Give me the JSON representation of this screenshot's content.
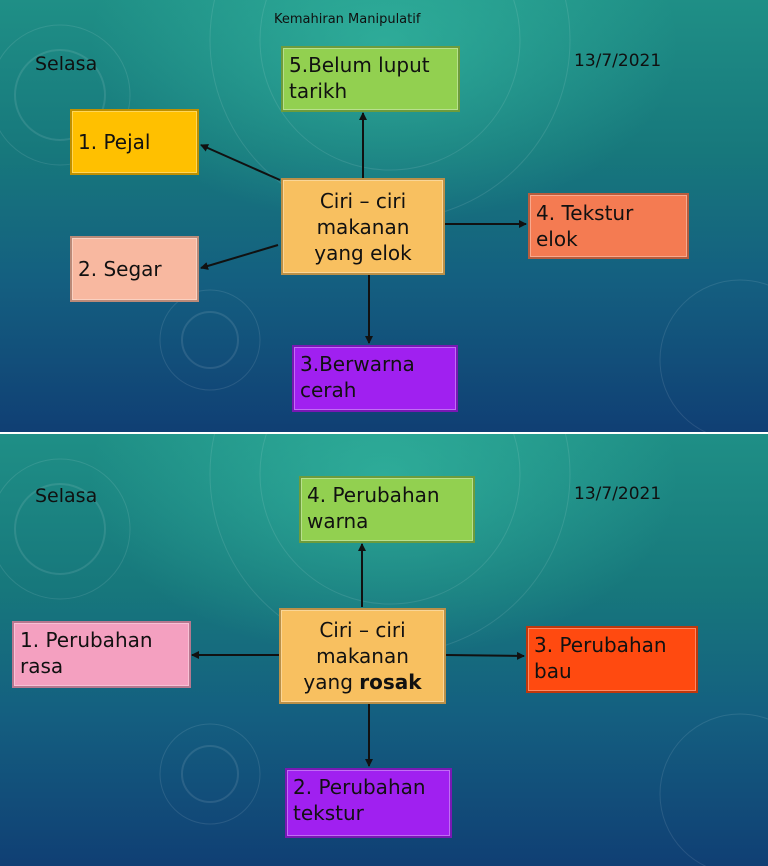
{
  "header_title": "Kemahiran Manipulatif",
  "slides": [
    {
      "day": "Selasa",
      "date": "13/7/2021",
      "center": {
        "line1": "Ciri – ciri",
        "line2": "makanan",
        "line3_prefix": "yang elok",
        "line3_bold": ""
      },
      "boxes": {
        "top": {
          "text": "5.Belum luput tarikh",
          "color": "#92d050"
        },
        "left_upper": {
          "text": "1. Pejal",
          "color": "#ffc000"
        },
        "left_lower": {
          "text": "2. Segar",
          "color": "#f8b8a0"
        },
        "right": {
          "text": "4. Tekstur elok",
          "color": "#f47b52"
        },
        "bottom": {
          "text": "3.Berwarna cerah",
          "color": "#a020f0"
        }
      }
    },
    {
      "day": "Selasa",
      "date": "13/7/2021",
      "center": {
        "line1": "Ciri – ciri",
        "line2": "makanan",
        "line3_prefix": "yang ",
        "line3_bold": "rosak"
      },
      "boxes": {
        "top": {
          "text": "4. Perubahan warna",
          "color": "#92d050"
        },
        "left": {
          "text": "1. Perubahan rasa",
          "color": "#f4a0c0"
        },
        "right": {
          "text": "3. Perubahan bau",
          "color": "#ff4a10"
        },
        "bottom": {
          "text": "2. Perubahan tekstur",
          "color": "#a020f0"
        }
      },
      "center_color": "#f8c060"
    }
  ],
  "center_color": "#f8c060"
}
